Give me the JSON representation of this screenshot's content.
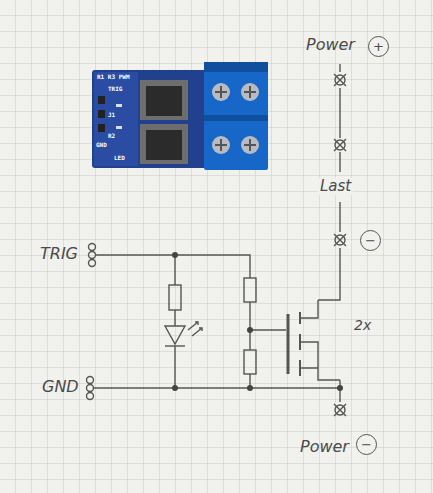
{
  "diagram": {
    "labels": [
      "Power",
      "+",
      "Last",
      "−",
      "TRIG",
      "GND",
      "2x",
      "Power",
      "−",
      "R1 R3 PWM",
      "TRIG",
      "J1",
      "R2",
      "GND",
      "LED"
    ]
  }
}
